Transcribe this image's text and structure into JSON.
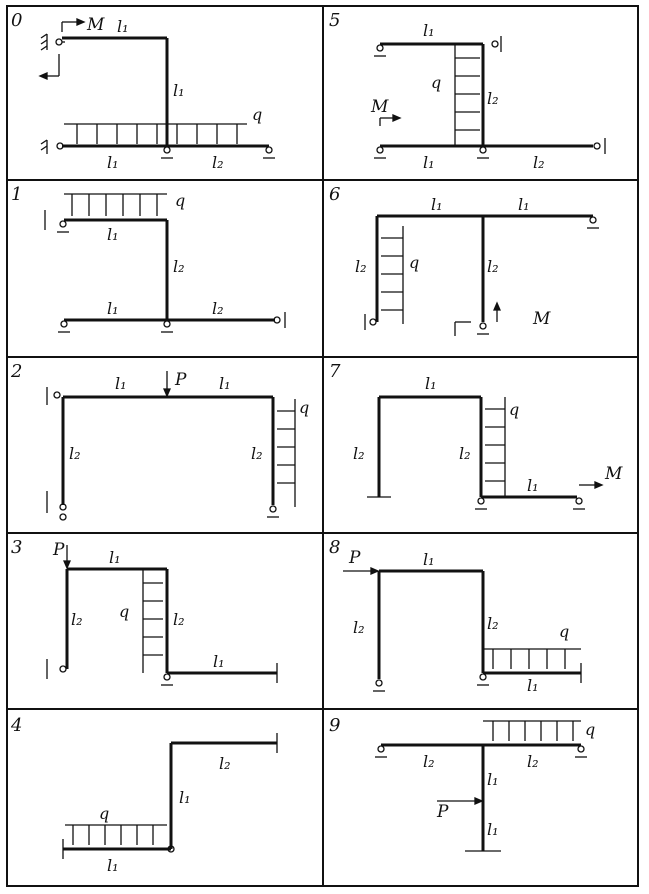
{
  "panels": [
    {
      "number": "0",
      "labels": {
        "a": "M",
        "b": "l₁",
        "c": "l₁",
        "d": "q",
        "e": "l₁",
        "f": "l₂"
      }
    },
    {
      "number": "1",
      "labels": {
        "a": "q",
        "b": "l₁",
        "c": "l₂",
        "d": "l₁",
        "e": "l₂"
      }
    },
    {
      "number": "2",
      "labels": {
        "a": "l₁",
        "b": "P",
        "c": "l₁",
        "d": "q",
        "e": "l₂",
        "f": "l₂"
      }
    },
    {
      "number": "3",
      "labels": {
        "a": "P",
        "b": "l₁",
        "c": "q",
        "d": "l₂",
        "e": "l₂",
        "f": "l₁"
      }
    },
    {
      "number": "4",
      "labels": {
        "a": "l₂",
        "b": "l₁",
        "c": "q",
        "d": "l₁"
      }
    },
    {
      "number": "5",
      "labels": {
        "a": "l₁",
        "b": "q",
        "c": "l₂",
        "d": "M",
        "e": "l₁",
        "f": "l₂"
      }
    },
    {
      "number": "6",
      "labels": {
        "a": "l₁",
        "b": "l₁",
        "c": "q",
        "d": "l₂",
        "e": "l₂",
        "f": "M"
      }
    },
    {
      "number": "7",
      "labels": {
        "a": "l₁",
        "b": "q",
        "c": "l₂",
        "d": "l₂",
        "e": "l₁",
        "f": "M"
      }
    },
    {
      "number": "8",
      "labels": {
        "a": "P",
        "b": "l₁",
        "c": "l₂",
        "d": "l₂",
        "e": "q",
        "f": "l₁"
      }
    },
    {
      "number": "9",
      "labels": {
        "a": "q",
        "b": "l₂",
        "c": "l₂",
        "d": "l₁",
        "e": "P",
        "f": "l₁"
      }
    }
  ],
  "colors": {
    "ink": "#111111",
    "paper": "#ffffff"
  }
}
